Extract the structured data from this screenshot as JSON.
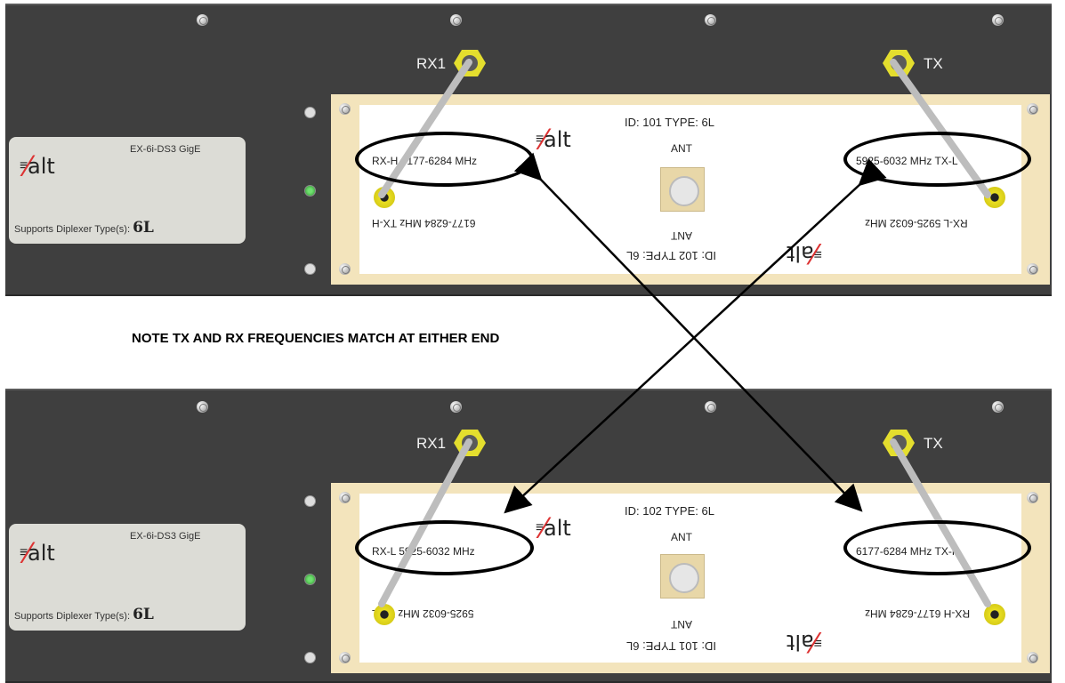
{
  "units": {
    "top": {
      "model": "EX-6i-DS3 GigE",
      "supports_label": "Supports Diplexer Type(s):",
      "supports_type": "6L",
      "rx_cable": "RX1",
      "tx_cable": "TX",
      "diplexer": {
        "id_label": "ID: 101  TYPE: 6L",
        "id_label_flipped": "ID: 102  TYPE: 6L",
        "left_freq": "RX-H  6177-6284 MHz",
        "right_freq": "5925-6032 MHz  TX-L",
        "left_freq_flipped": "6177-6284 MHz  TX-H",
        "right_freq_flipped": "RX-L  5925-6032 MHz",
        "ant_label": "ANT",
        "ant_label_flipped": "ANT"
      }
    },
    "bottom": {
      "model": "EX-6i-DS3 GigE",
      "supports_label": "Supports Diplexer Type(s):",
      "supports_type": "6L",
      "rx_cable": "RX1",
      "tx_cable": "TX",
      "diplexer": {
        "id_label": "ID: 102  TYPE: 6L",
        "id_label_flipped": "ID: 101  TYPE: 6L",
        "left_freq": "RX-L  5925-6032 MHz",
        "right_freq": "6177-6284 MHz  TX-H",
        "left_freq_flipped": "5925-6032 MHz  TX-L",
        "right_freq_flipped": "RX-H  6177-6284 MHz",
        "ant_label": "ANT",
        "ant_label_flipped": "ANT"
      }
    }
  },
  "logo": {
    "bars": "≡",
    "slash": "⁄",
    "word": "alt"
  },
  "note": "NOTE TX AND RX FREQUENCIES MATCH AT EITHER END",
  "colors": {
    "chassis": "#3f3f3f",
    "diplexer_border": "#f3e4bc",
    "connector": "#e4de2e",
    "logo_accent": "#d33"
  }
}
